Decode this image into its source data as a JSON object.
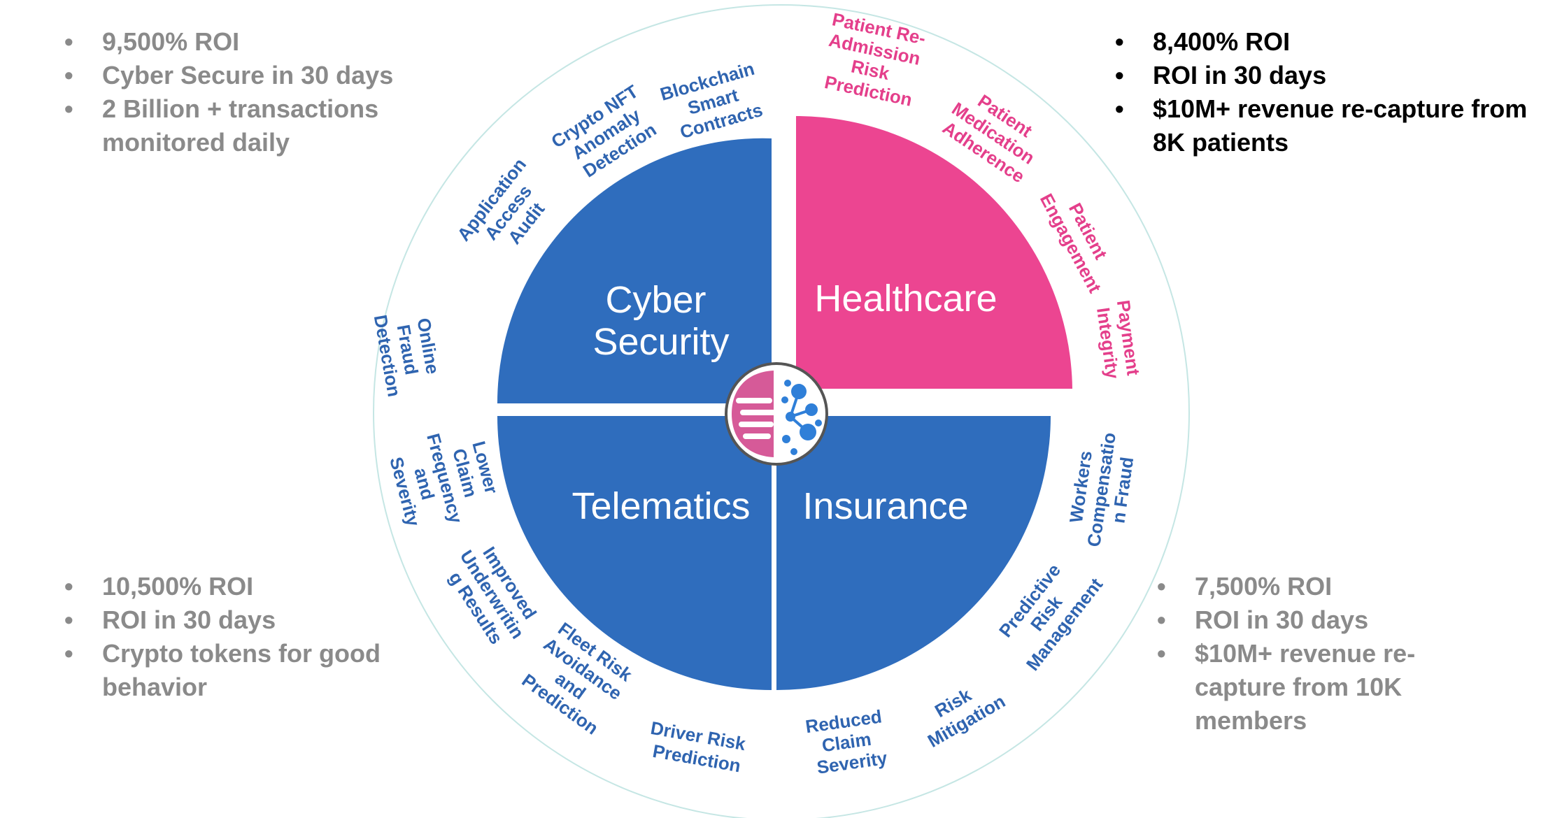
{
  "colors": {
    "blue": "#2f6dbd",
    "blue_text": "#2f64b0",
    "pink": "#ec4591",
    "gray_text": "#8a8a8a",
    "ring": "#c5e6e4"
  },
  "stats": {
    "top_left": [
      "9,500% ROI",
      "Cyber Secure in 30 days",
      "2 Billion + transactions monitored daily"
    ],
    "top_right": [
      "8,400% ROI",
      "ROI in 30 days",
      "$10M+ revenue re-capture from 8K patients"
    ],
    "bottom_left": [
      "10,500% ROI",
      "ROI in 30 days",
      "Crypto tokens for good behavior"
    ],
    "bottom_right": [
      "7,500% ROI",
      "ROI in 30 days",
      "$10M+ revenue re-capture from 10K members"
    ]
  },
  "quadrants": {
    "cyber": [
      "Cyber",
      "Security"
    ],
    "healthcare": "Healthcare",
    "telematics": "Telematics",
    "insurance": "Insurance"
  },
  "center_icon": "brain-network-logo-icon",
  "use_cases": {
    "blockchain": [
      "Blockchain",
      "Smart",
      "Contracts"
    ],
    "crypto_nft": [
      "Crypto NFT",
      "Anomaly",
      "Detection"
    ],
    "app_access": [
      "Application",
      "Access",
      "Audit"
    ],
    "online_fraud": [
      "Online",
      "Fraud",
      "Detection"
    ],
    "lower_claim": [
      "Lower",
      "Claim",
      "Frequency",
      "and",
      "Severity"
    ],
    "improved_uw": [
      "Improved",
      "Underwritin",
      "g Results"
    ],
    "fleet_risk": [
      "Fleet Risk",
      "Avoidance",
      "and",
      "Prediction"
    ],
    "driver_risk": [
      "Driver Risk",
      "Prediction"
    ],
    "reduced_claim": [
      "Reduced",
      "Claim",
      "Severity"
    ],
    "risk_mitigation": [
      "Risk",
      "Mitigation"
    ],
    "predictive_risk": [
      "Predictive",
      "Risk",
      "Management"
    ],
    "workers_comp": [
      "Workers",
      "Compensatio",
      "n Fraud"
    ],
    "patient_readmission": [
      "Patient Re-",
      "Admission",
      "Risk",
      "Prediction"
    ],
    "patient_medication": [
      "Patient",
      "Medication",
      "Adherence"
    ],
    "patient_engagement": [
      "Patient",
      "Engagement"
    ],
    "payment_integrity": [
      "Payment",
      "Integrity"
    ]
  }
}
